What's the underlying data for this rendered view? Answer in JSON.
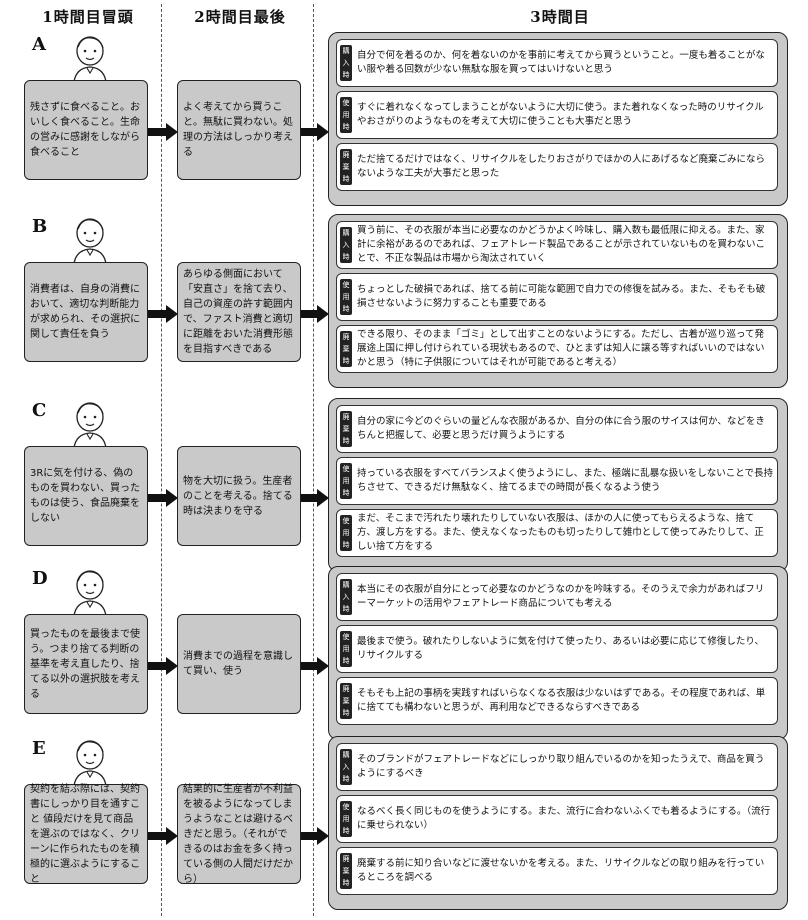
{
  "headers": [
    "1時間目冒頭",
    "2時間目最後",
    "3時間目"
  ],
  "sections": [
    {
      "label": "A",
      "box1": "残さずに食べること。おいしく食べること。生命の営みに感謝をしながら食べること",
      "box2": "よく考えてから買うこと。無駄に買わない。処理の方法はしっかり考える",
      "entries": [
        {
          "tag": [
            "購",
            "入",
            "時"
          ],
          "text": "自分で何を着るのか、何を着ないのかを事前に考えてから買うということ。一度も着ることがない服や着る回数が少ない無駄な服を買ってはいけないと思う"
        },
        {
          "tag": [
            "使",
            "用",
            "時"
          ],
          "text": "すぐに着れなくなってしまうことがないように大切に使う。また着れなくなった時のリサイクルやおさがりのようなものを考えて大切に使うことも大事だと思う"
        },
        {
          "tag": [
            "廃",
            "棄",
            "時"
          ],
          "text": "ただ捨てるだけではなく、リサイクルをしたりおさがりでほかの人にあげるなど廃棄ごみにならないような工夫が大事だと思った"
        }
      ]
    },
    {
      "label": "B",
      "box1": "消費者は、自身の消費において、適切な判断能力が求められ、その選択に関して責任を負う",
      "box2": "あらゆる側面において「安直さ」を捨て去り、自己の資産の許す範囲内で、ファスト消費と適切に距離をおいた消費形態を目指すべきである",
      "entries": [
        {
          "tag": [
            "購",
            "入",
            "時"
          ],
          "text": "買う前に、その衣服が本当に必要なのかどうかよく吟味し、購入数も最低限に抑える。また、家計に余裕があるのであれば、フェアトレード製品であることが示されていないものを買わないことで、不正な製品は市場から淘汰されていく"
        },
        {
          "tag": [
            "使",
            "用",
            "時"
          ],
          "text": "ちょっとした破損であれば、捨てる前に可能な範囲で自力での修復を試みる。また、そもそも破損させないように努力することも重要である"
        },
        {
          "tag": [
            "廃",
            "棄",
            "時"
          ],
          "text": "できる限り、そのまま「ゴミ」として出すことのないようにする。ただし、古着が巡り巡って発展途上国に押し付けられている現状もあるので、ひとまずは知人に譲る等すればいいのではないかと思う（特に子供服についてはそれが可能であると考える）"
        }
      ]
    },
    {
      "label": "C",
      "box1": "3Rに気を付ける、偽のものを買わない、買ったものは使う、食品廃棄をしない",
      "box2": "物を大切に扱う。生産者のことを考える。捨てる時は決まりを守る",
      "entries": [
        {
          "tag": [
            "廃",
            "棄",
            "時"
          ],
          "text": "自分の家に今どのぐらいの量どんな衣服があるか、自分の体に合う服のサイスは何か、などをきちんと把握して、必要と思うだけ買うようにする"
        },
        {
          "tag": [
            "使",
            "用",
            "時"
          ],
          "text": "持っている衣服をすべてバランスよく使うようにし、また、極端に乱暴な扱いをしないことで長持ちさせて、できるだけ無駄なく、捨てるまでの時間が長くなるよう使う"
        },
        {
          "tag": [
            "使",
            "用",
            "時"
          ],
          "text": "まだ、そこまで汚れたり壊れたりしていない衣服は、ほかの人に使ってもらえるような、捨て方、渡し方をする。また、使えなくなったものも切ったりして雑巾として使ってみたりして、正しい捨て方をする"
        }
      ]
    },
    {
      "label": "D",
      "box1": "買ったものを最後まで使う。つまり捨てる判断の基準を考え直したり、捨てる以外の選択肢を考える",
      "box2": "消費までの過程を意識して買い、使う",
      "entries": [
        {
          "tag": [
            "購",
            "入",
            "時"
          ],
          "text": "本当にその衣服が自分にとって必要なのかどうなのかを吟味する。そのうえで余力があればフリーマーケットの活用やフェアトレード商品についても考える"
        },
        {
          "tag": [
            "使",
            "用",
            "時"
          ],
          "text": "最後まで使う。破れたりしないように気を付けて使ったり、あるいは必要に応じて修復したり、リサイクルする"
        },
        {
          "tag": [
            "廃",
            "棄",
            "時"
          ],
          "text": "そもそも上記の事柄を実践すればいらなくなる衣服は少ないはずである。その程度であれば、単に捨てても構わないと思うが、再利用などできるならすべきである"
        }
      ]
    },
    {
      "label": "E",
      "box1": "契約を結ぶ際には、契約書にしっかり目を通すこと 値段だけを見て商品を選ぶのではなく、クリーンに作られたものを積極的に選ぶようにすること",
      "box2": "結果的に生産者が不利益を被るようになってしまうようなことは避けるべきだと思う。（それができるのはお金を多く持っている側の人間だけだから）",
      "entries": [
        {
          "tag": [
            "購",
            "入",
            "時"
          ],
          "text": "そのブランドがフェアトレードなどにしっかり取り組んでいるのかを知ったうえで、商品を買うようにするべき"
        },
        {
          "tag": [
            "使",
            "用",
            "時"
          ],
          "text": "なるべく長く同じものを使うようにする。また、流行に合わないふくでも着るようにする。（流行に乗せられない）"
        },
        {
          "tag": [
            "廃",
            "棄",
            "時"
          ],
          "text": "廃棄する前に知り合いなどに渡せないかを考える。また、リサイクルなどの取り組みを行っているところを調べる"
        }
      ]
    }
  ]
}
